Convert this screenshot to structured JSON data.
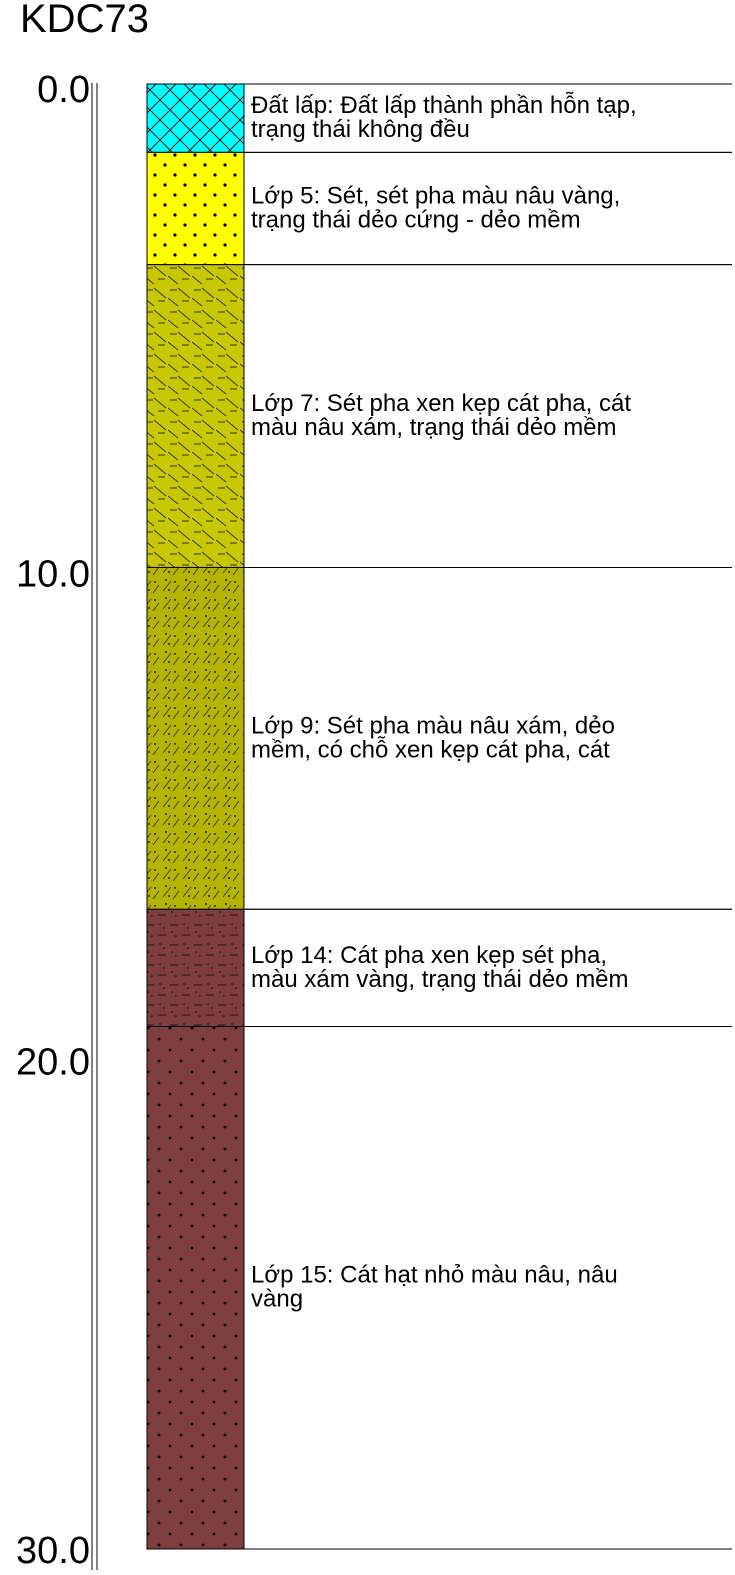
{
  "title": "KDC73",
  "depth_axis": {
    "range": [
      0,
      30
    ],
    "ticks": [
      "0.0",
      "10.0",
      "20.0",
      "30.0"
    ]
  },
  "layers": [
    {
      "top": 0.0,
      "bottom": 1.4,
      "pattern": "crosshatch",
      "fill_color": "#00ffff",
      "label_line1": "Đất lấp: Đất lấp thành phần hỗn tạp,",
      "label_line2": "trạng thái không đều"
    },
    {
      "top": 1.4,
      "bottom": 3.7,
      "pattern": "dots",
      "fill_color": "#ffff00",
      "label_line1": "Lớp 5: Sét, sét pha màu nâu vàng,",
      "label_line2": "trạng thái dẻo cứng - dẻo mềm"
    },
    {
      "top": 3.7,
      "bottom": 9.9,
      "pattern": "dash-slash",
      "fill_color": "#c8c800",
      "label_line1": "Lớp 7: Sét pha xen kẹp cát pha, cát",
      "label_line2": "màu nâu xám, trạng thái dẻo mềm"
    },
    {
      "top": 9.9,
      "bottom": 16.9,
      "pattern": "slash-dots",
      "fill_color": "#b4b400",
      "label_line1": "Lớp 9: Sét pha màu nâu xám, dẻo",
      "label_line2": "mềm, có chỗ xen kẹp cát pha, cát"
    },
    {
      "top": 16.9,
      "bottom": 19.3,
      "pattern": "dash-dots",
      "fill_color": "#7f3f3f",
      "label_line1": "Lớp 14: Cát pha xen kẹp sét pha,",
      "label_line2": "màu xám vàng, trạng thái dẻo mềm"
    },
    {
      "top": 19.3,
      "bottom": 30.0,
      "pattern": "dots",
      "fill_color": "#7f3f3f",
      "label_line1": "Lớp 15: Cát hạt nhỏ màu nâu, nâu",
      "label_line2": "vàng"
    }
  ]
}
